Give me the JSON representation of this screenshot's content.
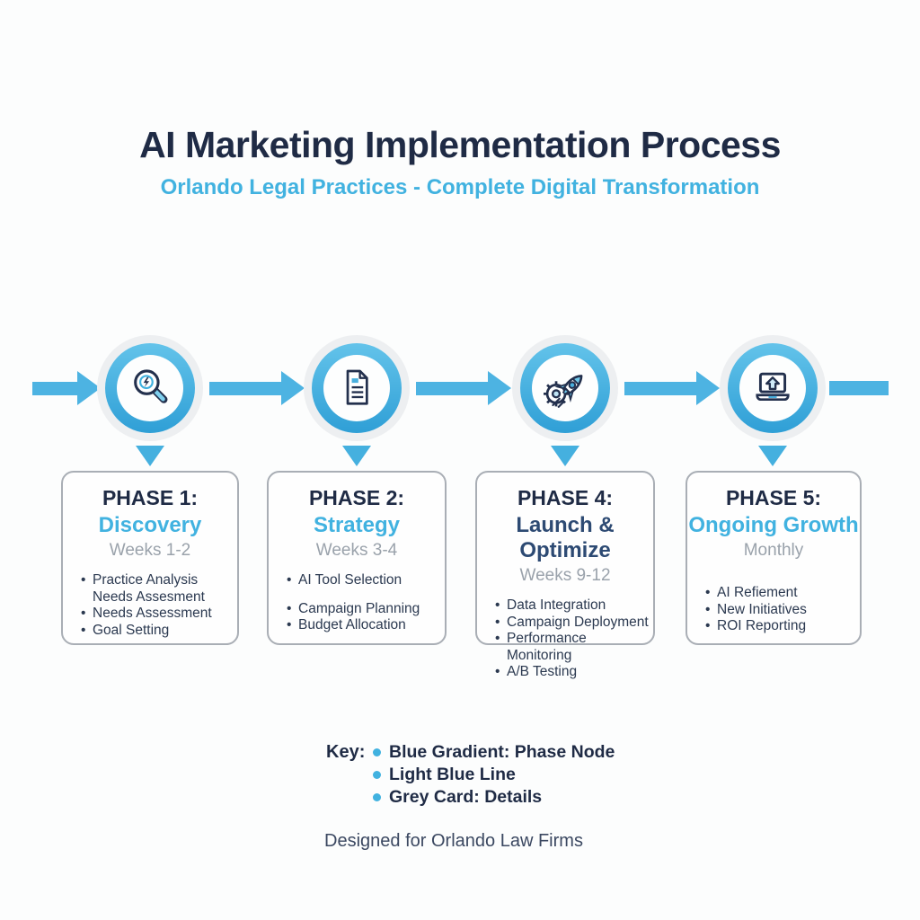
{
  "header": {
    "title": "AI Marketing Implementation Process",
    "subtitle": "Orlando Legal Practices - Complete Digital Transformation"
  },
  "timeline": {
    "nodes": [
      {
        "icon": "search-analytics-icon"
      },
      {
        "icon": "document-icon"
      },
      {
        "icon": "rocket-gear-icon"
      },
      {
        "icon": "laptop-upload-icon"
      }
    ]
  },
  "phases": [
    {
      "label": "PHASE 1:",
      "name": "Discovery",
      "period": "Weeks 1-2",
      "items": [
        {
          "text": "Practice Analysis"
        },
        {
          "text": "Needs Assesment"
        },
        {
          "text": "Needs Assessment"
        },
        {
          "text": "Goal Setting"
        }
      ]
    },
    {
      "label": "PHASE 2:",
      "name": "Strategy",
      "period": "Weeks 3-4",
      "items": [
        {
          "text": "AI Tool Selection"
        },
        {
          "text": "Campaign Planning"
        },
        {
          "text": "Budget Allocation"
        }
      ]
    },
    {
      "label": "PHASE 4:",
      "name": "Launch & Optimize",
      "period": "Weeks 9-12",
      "items": [
        {
          "text": "Data Integration"
        },
        {
          "text": "Campaign Deployment"
        },
        {
          "text": "Performance Monitoring"
        },
        {
          "text": "A/B Testing"
        }
      ]
    },
    {
      "label": "PHASE 5:",
      "name": "Ongoing Growth",
      "period": "Monthly",
      "items": [
        {
          "text": "AI Refiement"
        },
        {
          "text": "New Initiatives"
        },
        {
          "text": "ROI Reporting"
        }
      ]
    }
  ],
  "key": {
    "label": "Key:",
    "items": [
      {
        "text": "Blue Gradient: Phase Node"
      },
      {
        "text": "Light Blue Line"
      },
      {
        "text": "Grey Card: Details"
      }
    ]
  },
  "footer": {
    "text": "Designed for Orlando Law Firms"
  },
  "colors": {
    "title_navy": "#1f2b45",
    "accent_blue": "#41b2e0",
    "arrow_blue": "#4db3e2",
    "node_ring_gradient_start": "#63c3ea",
    "node_ring_gradient_end": "#2f9fd6",
    "launch_name_navy": "#2d4a73",
    "period_gray": "#9aa2ab",
    "card_border_gray": "#a9aeb5"
  }
}
